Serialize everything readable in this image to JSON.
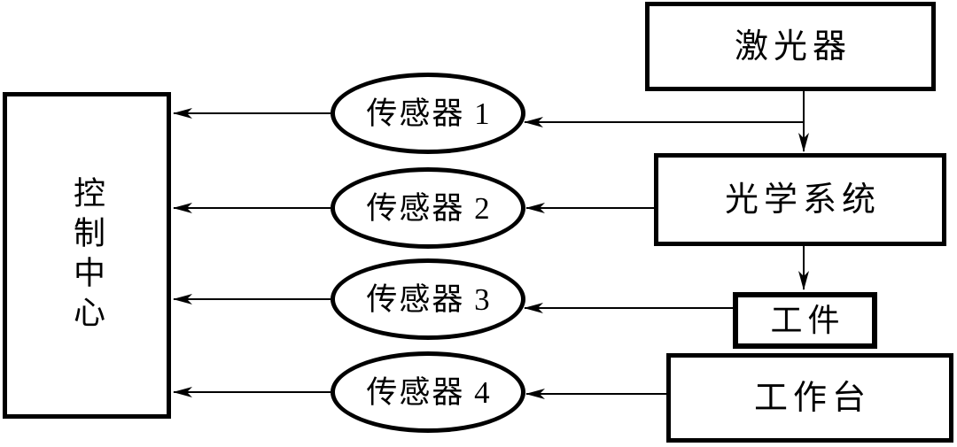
{
  "diagram": {
    "description": "Block diagram of a laser machining monitoring/control system",
    "nodes": {
      "control_center": "控制中心",
      "laser": "激光器",
      "optical_system": "光学系统",
      "workpiece": "工件",
      "worktable": "工作台",
      "sensor_1": "传感器 1",
      "sensor_2": "传感器 2",
      "sensor_3": "传感器 3",
      "sensor_4": "传感器 4"
    },
    "edges": [
      {
        "from": "laser",
        "to": "optical_system"
      },
      {
        "from": "laser",
        "to": "sensor_1"
      },
      {
        "from": "optical_system",
        "to": "sensor_2"
      },
      {
        "from": "optical_system",
        "to": "workpiece"
      },
      {
        "from": "workpiece",
        "to": "sensor_3"
      },
      {
        "from": "worktable",
        "to": "sensor_4"
      },
      {
        "from": "sensor_1",
        "to": "control_center"
      },
      {
        "from": "sensor_2",
        "to": "control_center"
      },
      {
        "from": "sensor_3",
        "to": "control_center"
      },
      {
        "from": "sensor_4",
        "to": "control_center"
      }
    ],
    "colors": {
      "line": "#000000",
      "text": "#000000",
      "background": "#ffffff"
    }
  }
}
